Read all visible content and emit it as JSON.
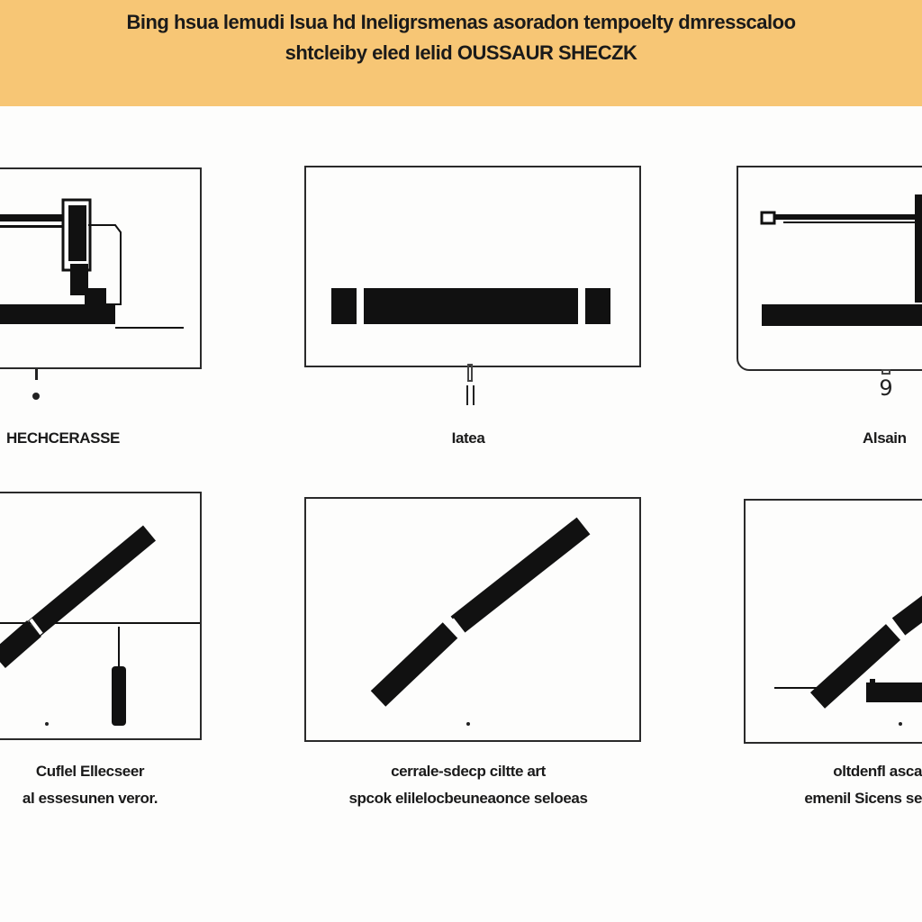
{
  "header": {
    "line1": "Bing hsua lemudi lsua hd Ineligrsmenas asoradon tempoelty dmresscaloo",
    "line2": "shtcleiby eled Ielid OUSSAUR SHECZK"
  },
  "panels": [
    {
      "marker": "ı",
      "caption": [
        "HECHCERASSE"
      ]
    },
    {
      "marker": "ı",
      "caption": [
        "Iatea"
      ]
    },
    {
      "marker": "9",
      "caption": [
        "Alsain"
      ]
    },
    {
      "marker": "",
      "caption": [
        "Cuflel Ellecseer",
        "al essesunen veror."
      ]
    },
    {
      "marker": "",
      "caption": [
        "cerrale-sdecp ciltte art",
        "spcok elilelocbeuneaonce seloeas"
      ]
    },
    {
      "marker": "",
      "caption": [
        "oltdenfl asca",
        "emenil Sicens se"
      ]
    }
  ],
  "colors": {
    "banner": "#f7c675",
    "ink": "#111111",
    "frame": "#2a2a2a"
  }
}
